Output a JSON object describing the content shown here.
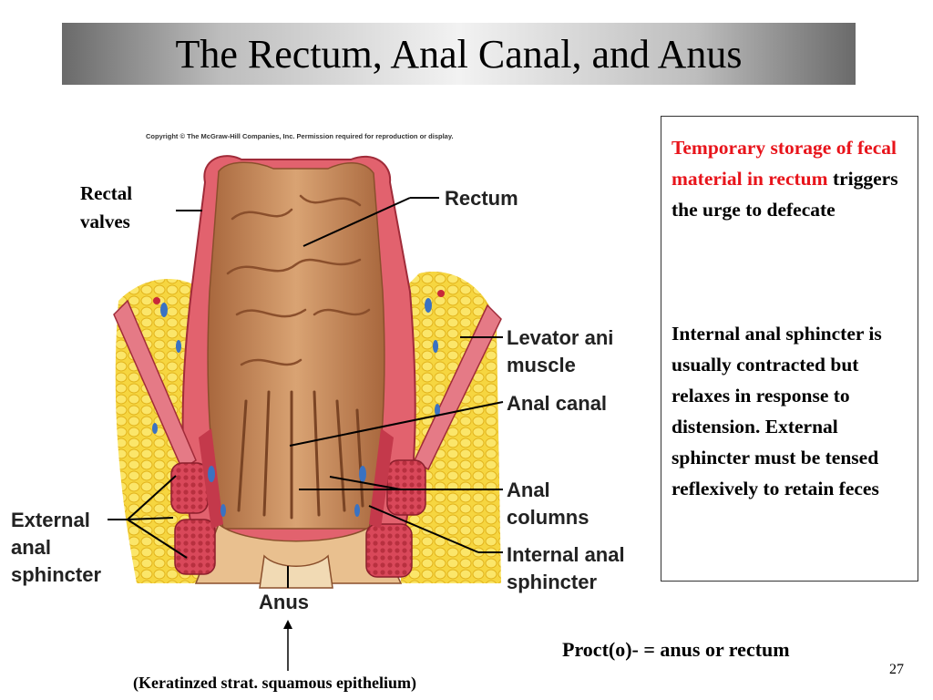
{
  "slide": {
    "title": "The Rectum, Anal Canal, and Anus",
    "copyright": "Copyright © The McGraw-Hill Companies, Inc. Permission required for reproduction or display.",
    "page_number": "27"
  },
  "diagram": {
    "labels": {
      "rectal_valves_line1": "Rectal",
      "rectal_valves_line2": "valves",
      "rectum": "Rectum",
      "levator_line1": "Levator ani",
      "levator_line2": "muscle",
      "anal_canal": "Anal canal",
      "anal_columns_line1": "Anal",
      "anal_columns_line2": "columns",
      "internal_sphincter_line1": "Internal anal",
      "internal_sphincter_line2": "sphincter",
      "external_sphincter_line1": "External",
      "external_sphincter_line2": "anal",
      "external_sphincter_line3": "sphincter",
      "anus": "Anus"
    },
    "colors": {
      "muscle_red": "#d9485a",
      "fat_yellow": "#f5d33a",
      "mucosa_tan": "#c9885a",
      "vein_blue": "#3a72c2"
    }
  },
  "textbox": {
    "para1_red": "Temporary storage of fecal material in rectum",
    "para1_black": " triggers the urge to defecate",
    "para2": "Internal anal sphincter is usually contracted but relaxes in response to distension.  External sphincter must be tensed  reflexively to retain feces"
  },
  "notes": {
    "keratinized": "(Keratinzed strat. squamous epithelium)",
    "proct": "Proct(o)- = anus or rectum"
  }
}
